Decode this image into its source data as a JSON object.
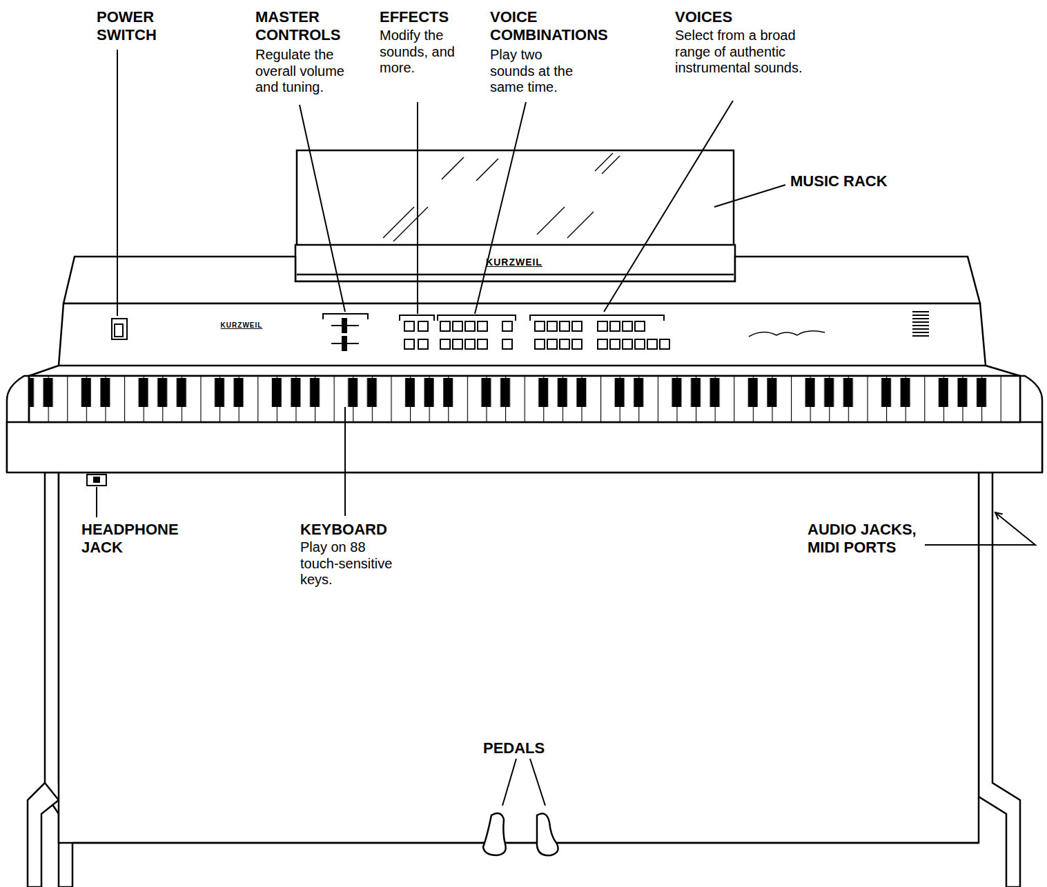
{
  "diagram": {
    "labels": [
      "POWER SWITCH",
      "MASTER CONTROLS",
      "Regulate the overall volume and tuning.",
      "EFFECTS",
      "Modify the sounds, and more.",
      "VOICE COMBINATIONS",
      "Play two sounds at the same time.",
      "VOICES",
      "Select from a broad range of authentic instrumental sounds.",
      "MUSIC RACK",
      "KURZWEIL",
      "KURZWEIL",
      "HEADPHONE JACK",
      "KEYBOARD",
      "Play on 88 touch-sensitive keys.",
      "AUDIO JACKS, MIDI PORTS",
      "PEDALS"
    ]
  }
}
